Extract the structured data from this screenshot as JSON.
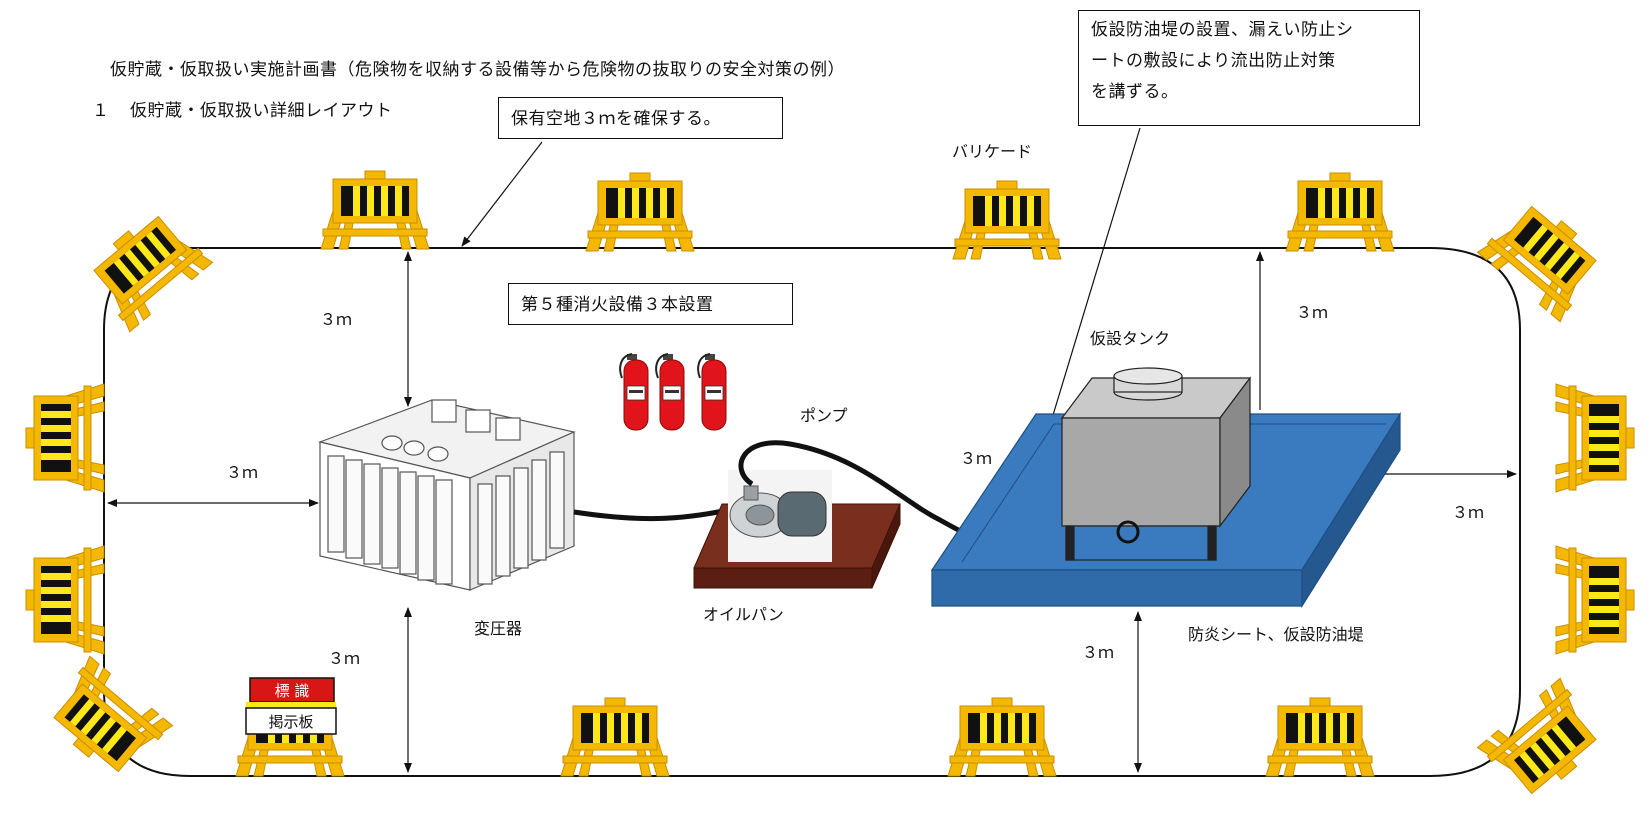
{
  "header": {
    "title": "仮貯蔵・仮取扱い実施計画書（危険物を収納する設備等から危険物の抜取りの安全対策の例）",
    "section_number": "１",
    "section_title": "仮貯蔵・仮取扱い詳細レイアウト"
  },
  "callouts": {
    "clear_space": "保有空地３ｍを確保する。",
    "oil_dike_line1": "仮設防油堤の設置、漏えい防止シ",
    "oil_dike_line2": "ートの敷設により流出防止対策",
    "oil_dike_line3": "を講ずる。",
    "extinguishers": "第５種消火設備３本設置"
  },
  "labels": {
    "barricade": "バリケード",
    "dim_top_left": "３ｍ",
    "dim_left": "３ｍ",
    "dim_bottom_left": "３ｍ",
    "dim_top_right": "３ｍ",
    "dim_right": "３ｍ",
    "dim_bottom_right": "３ｍ",
    "dim_tank_left": "３ｍ",
    "transformer": "変圧器",
    "pump": "ポンプ",
    "oil_pan": "オイルパン",
    "temp_tank": "仮設タンク",
    "sheet_dike": "防炎シート、仮設防油堤",
    "sign_top": "標 識",
    "sign_bottom": "掲示板"
  },
  "colors": {
    "barricade_yellow": "#f5b800",
    "stripe_black": "#111111",
    "stripe_yellow": "#ffe81a",
    "dike_blue": "#3a7bbf",
    "dike_side": "#2a62a0",
    "tank_grey": "#a8a8a8",
    "pan_brown": "#7a2e1e",
    "extinguisher_red": "#e0141a",
    "sign_red": "#d81616"
  }
}
